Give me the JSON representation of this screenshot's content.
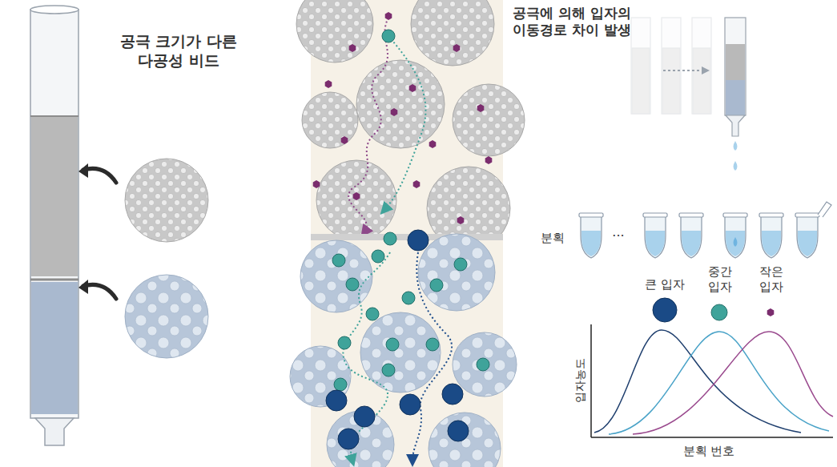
{
  "diagram": {
    "labels": [
      "공극 크기가 다른 다공성 비드",
      "공극에 의해 입자의 이동경로 차이 발생",
      "분획",
      "...",
      "큰 입자",
      "중간 입자",
      "작은 입자",
      "입자농도",
      "분획 번호"
    ]
  }
}
